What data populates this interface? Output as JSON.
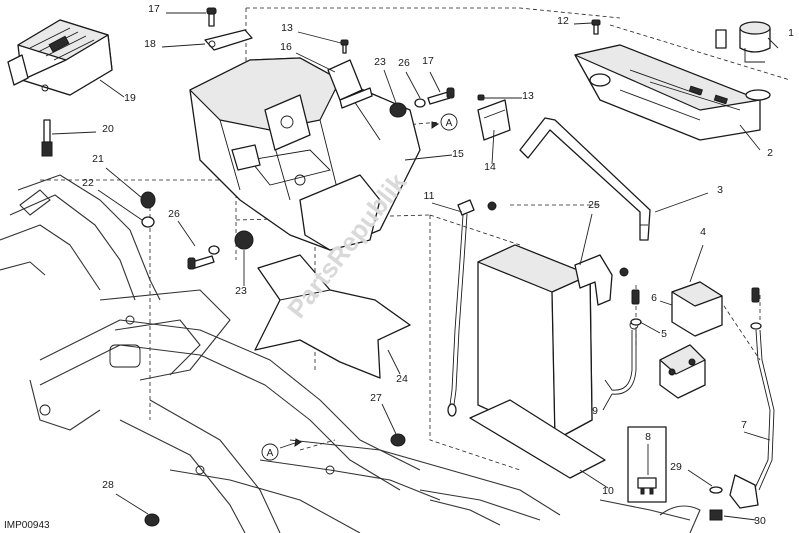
{
  "diagram": {
    "image_code": "IMP00943",
    "watermark": "PartsRepublik",
    "reference_mark": "A",
    "callouts": [
      "1",
      "2",
      "3",
      "4",
      "5",
      "6",
      "7",
      "8",
      "9",
      "10",
      "11",
      "12",
      "13",
      "13",
      "14",
      "15",
      "16",
      "17",
      "17",
      "18",
      "19",
      "20",
      "21",
      "22",
      "23",
      "23",
      "24",
      "25",
      "26",
      "26",
      "27",
      "28",
      "29",
      "30"
    ]
  }
}
